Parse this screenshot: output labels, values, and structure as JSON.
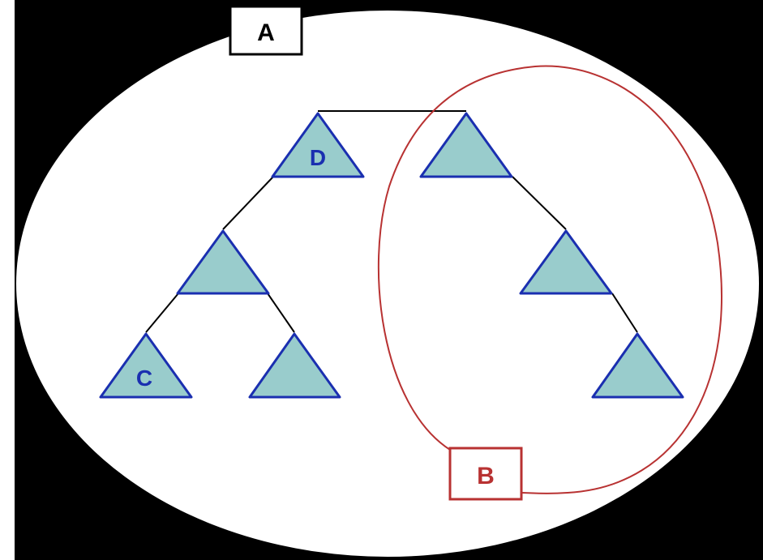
{
  "colors": {
    "background": "#000000",
    "ellipse_fill": "#ffffff",
    "triangle_fill": "#99cccc",
    "triangle_stroke": "#1a2fb0",
    "edge": "#000000",
    "b_outline": "#b83232"
  },
  "labels": {
    "a": "A",
    "b": "B",
    "c": "C",
    "d": "D"
  }
}
